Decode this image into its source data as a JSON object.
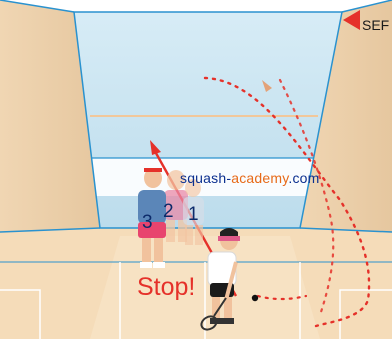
{
  "watermark": {
    "part1": "squash-",
    "accent": "academy",
    "part2": ".com"
  },
  "serve_label": "SEF",
  "stop_label": "Stop!",
  "player_numbers": [
    "3",
    "2",
    "1"
  ],
  "colors": {
    "sky": "#cfe7f2",
    "floor": "#f5dcb9",
    "court_line": "#2a92cf",
    "red": "#e5312a",
    "brand_blue": "#0b2f8f",
    "brand_orange": "#e76a18"
  }
}
